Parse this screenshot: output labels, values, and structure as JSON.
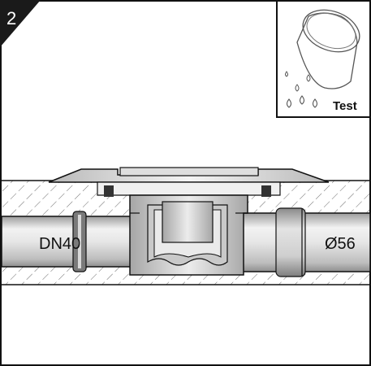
{
  "step_number": "2",
  "pipe_left_label": "DN40",
  "pipe_right_label": "Ø56",
  "inset": {
    "label": "Test",
    "icon": "water-cup-pour-icon"
  },
  "colors": {
    "outline": "#111111",
    "pipe_light": "#e9e9e9",
    "pipe_dark": "#a9a9a9",
    "metal": "#d4d4d4",
    "hatch": "#555555"
  }
}
